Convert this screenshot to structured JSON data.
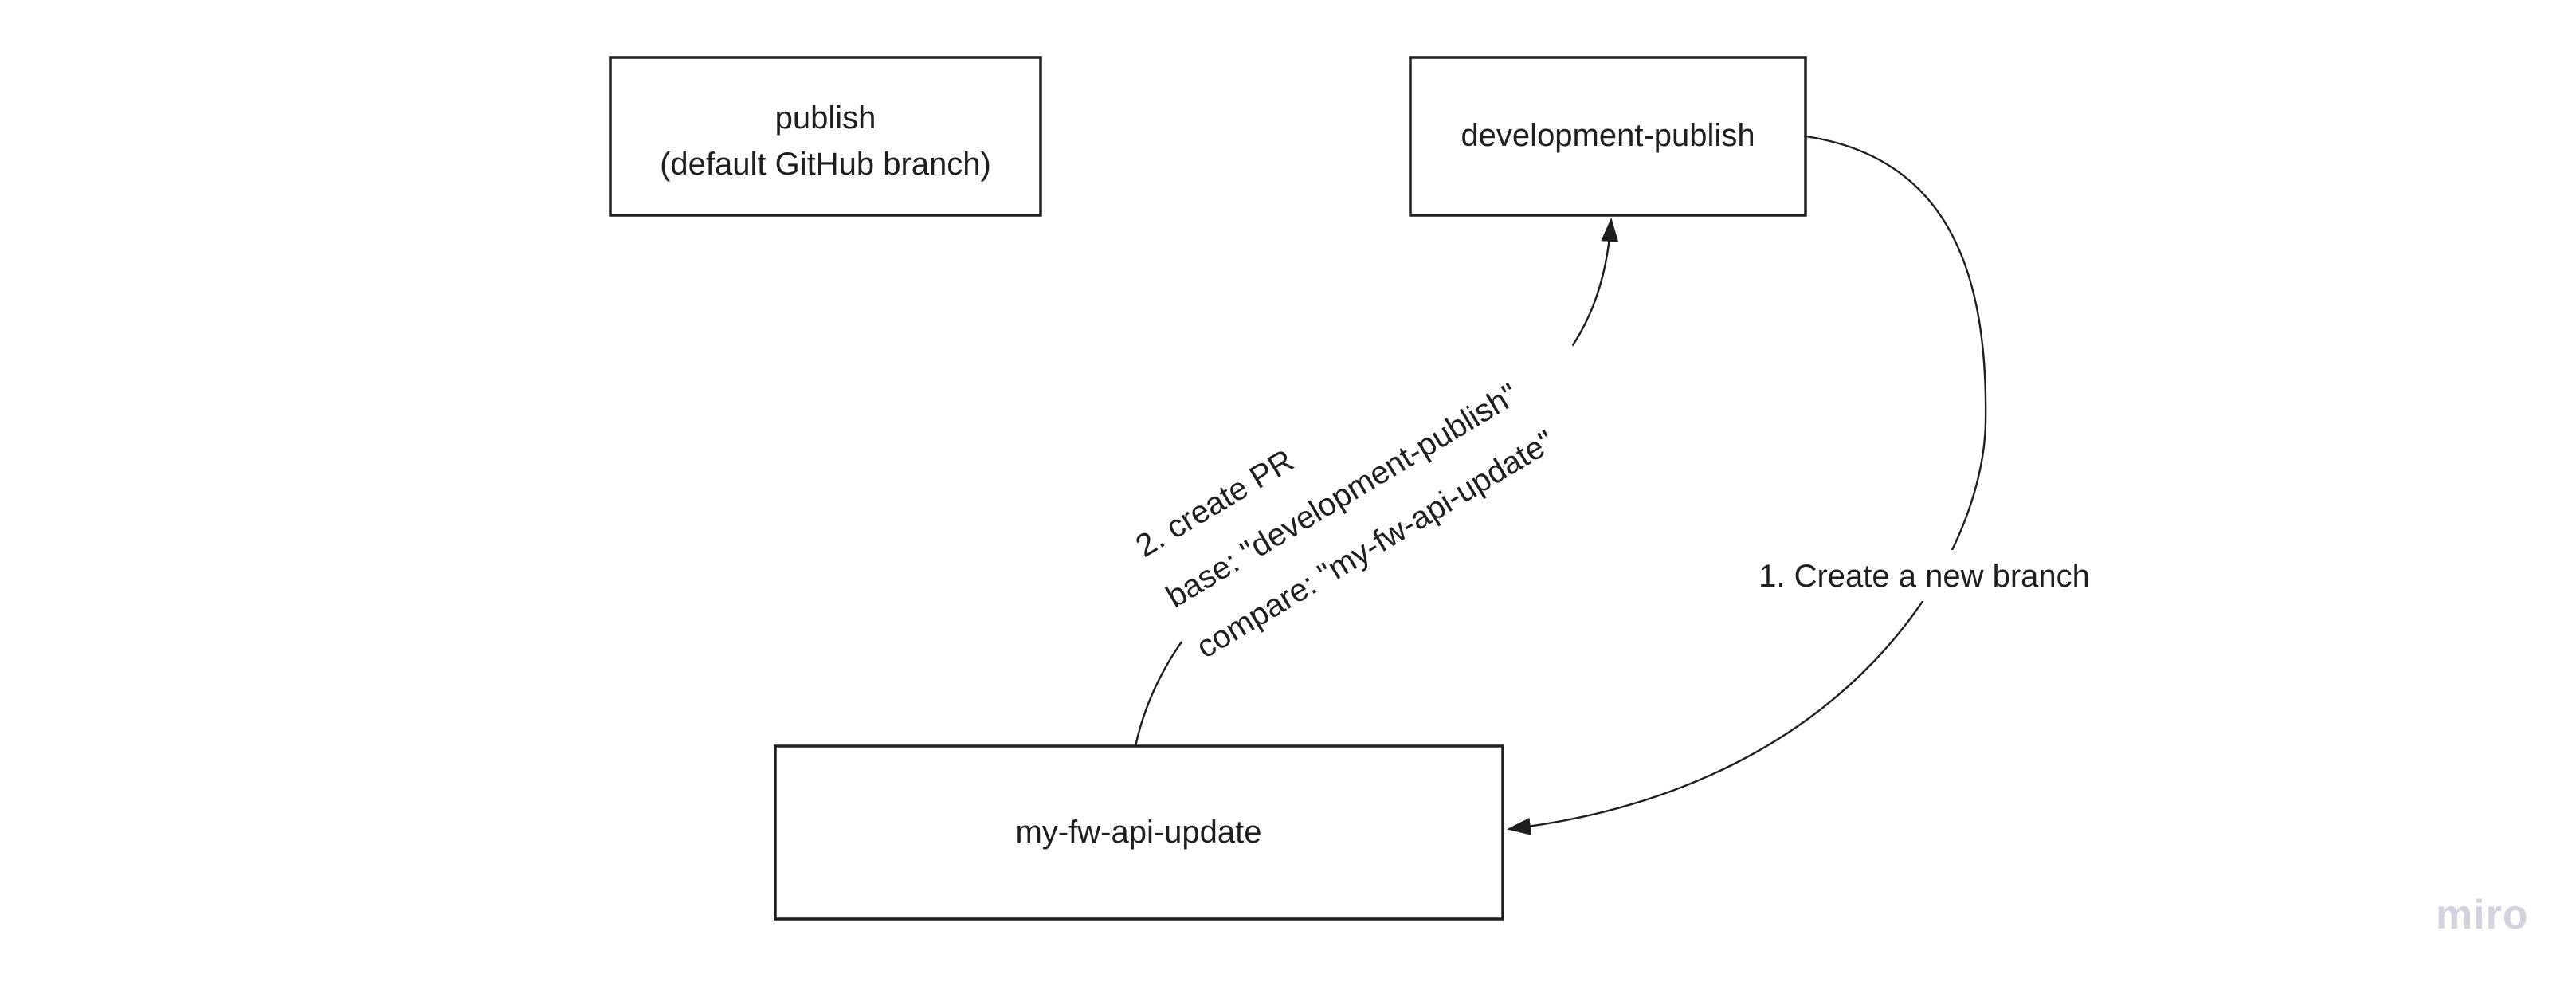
{
  "colors": {
    "ink": "#1f1f1f",
    "background": "#ffffff",
    "watermark": "#d3d2df"
  },
  "diagram": {
    "node_publish": {
      "line1": "publish",
      "line2": "(default GitHub branch)"
    },
    "node_development_publish": {
      "label": "development-publish"
    },
    "node_my_fw_api_update": {
      "label": "my-fw-api-update"
    },
    "edge_create_branch": {
      "label": "1. Create a new branch"
    },
    "edge_create_pr": {
      "line1": "2. create PR",
      "line2": "base: \"development-publish\"",
      "line3": "compare: \"my-fw-api-update\""
    }
  },
  "watermark": {
    "label": "miro"
  }
}
